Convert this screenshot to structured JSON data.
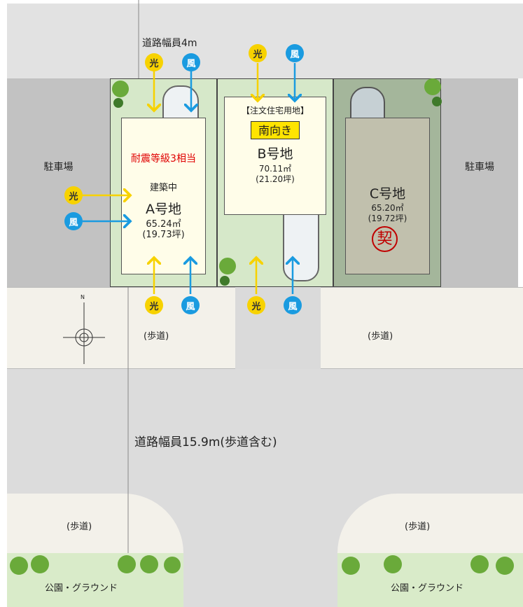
{
  "road_top": {
    "label": "道路幅員4m"
  },
  "parking_left": {
    "label": "駐車場"
  },
  "parking_right": {
    "label": "駐車場"
  },
  "lot_a": {
    "feature": "耐震等級3相当",
    "status": "建築中",
    "name": "A号地",
    "area": "65.24㎡",
    "tsubo": "(19.73坪)"
  },
  "lot_b": {
    "category": "【注文住宅用地】",
    "orientation": "南向き",
    "name": "B号地",
    "area": "70.11㎡",
    "tsubo": "(21.20坪)"
  },
  "lot_c": {
    "name": "C号地",
    "area": "65.20㎡",
    "tsubo": "(19.72坪)",
    "stamp": "契"
  },
  "sidewalk": {
    "label": "(歩道)"
  },
  "main_road": {
    "label": "道路幅員15.9m(歩道含む)"
  },
  "park": {
    "label": "公園・グラウンド"
  },
  "compass": {
    "north": "N"
  },
  "legend": {
    "light": "光",
    "wind": "風"
  },
  "colors": {
    "light": "#f7d200",
    "wind": "#1a9be0",
    "stamp": "#c00000",
    "feature": "#e00000"
  }
}
